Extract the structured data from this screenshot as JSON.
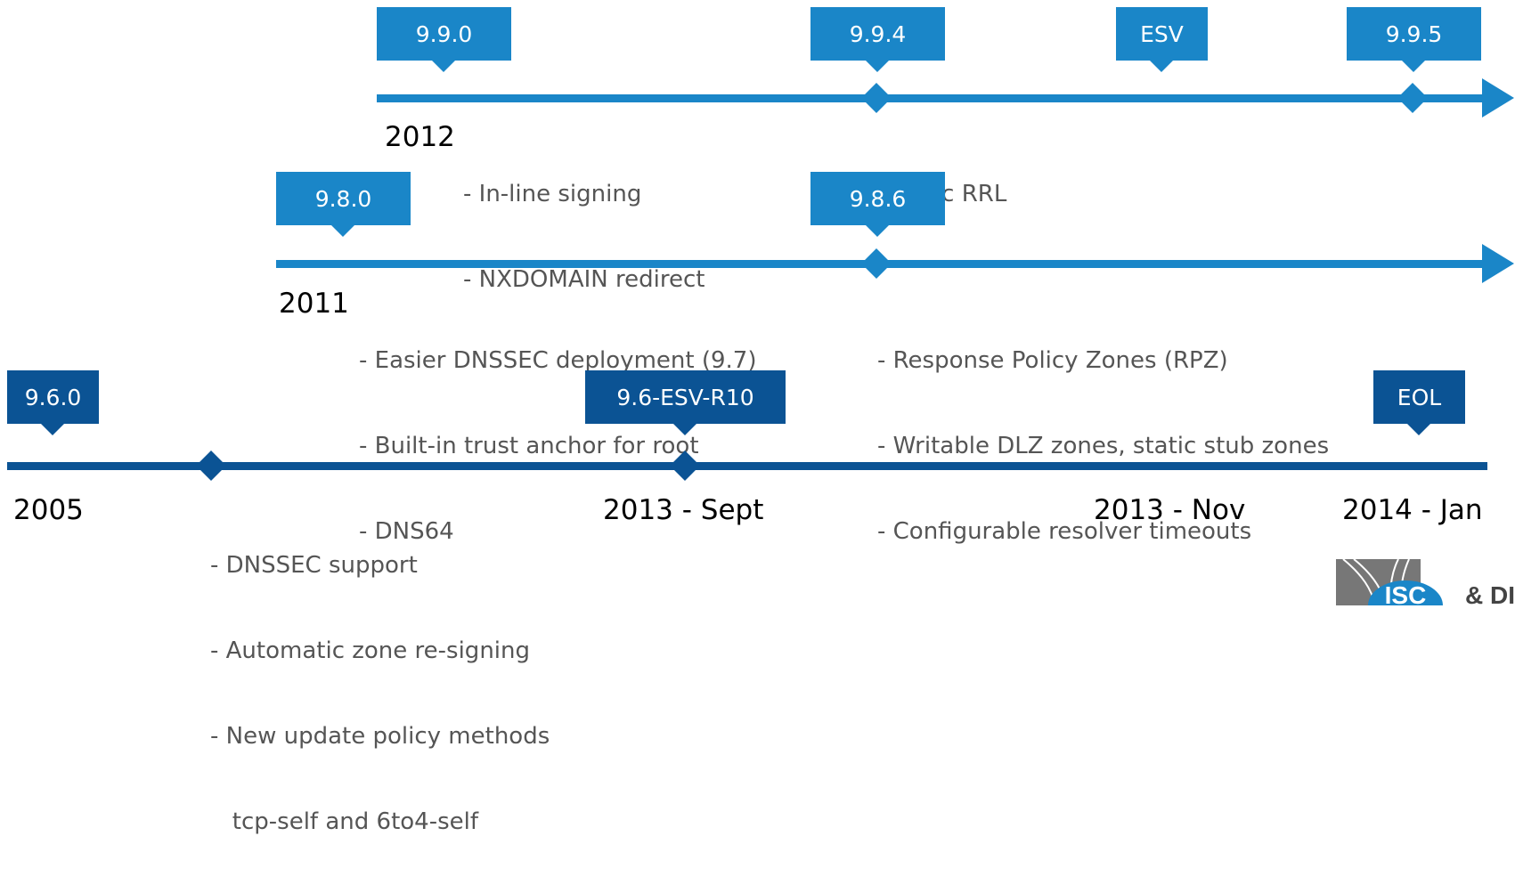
{
  "timeline_9_9": {
    "labels": [
      "9.9.0",
      "9.9.4",
      "ESV",
      "9.9.5"
    ],
    "year": "2012",
    "features": [
      "- In-line signing",
      "- NXDOMAIN redirect"
    ],
    "features_b": [
      "- Basic RRL"
    ]
  },
  "timeline_9_8": {
    "labels": [
      "9.8.0",
      "9.8.6"
    ],
    "year": "2011",
    "features": [
      "- Easier DNSSEC deployment (9.7)",
      "- Built-in trust anchor for root",
      "- DNS64"
    ],
    "features_b": [
      "- Response Policy Zones (RPZ)",
      "- Writable DLZ zones, static stub zones",
      "- Configurable resolver timeouts"
    ]
  },
  "timeline_9_6": {
    "labels": [
      "9.6.0",
      "9.6-ESV-R10",
      "EOL"
    ],
    "dates": [
      "2005",
      "2013 - Sept",
      "2013 - Nov",
      "2014 - Jan"
    ],
    "features": [
      "- DNSSEC support",
      "- Automatic zone re-signing",
      "- New update policy methods",
      "   tcp-self and 6to4-self"
    ]
  },
  "logo": {
    "text": "ISC",
    "trailing": "& DI"
  },
  "colors": {
    "light_blue": "#1a86c8",
    "dark_blue": "#0b5394",
    "logo_gray": "#777777"
  }
}
